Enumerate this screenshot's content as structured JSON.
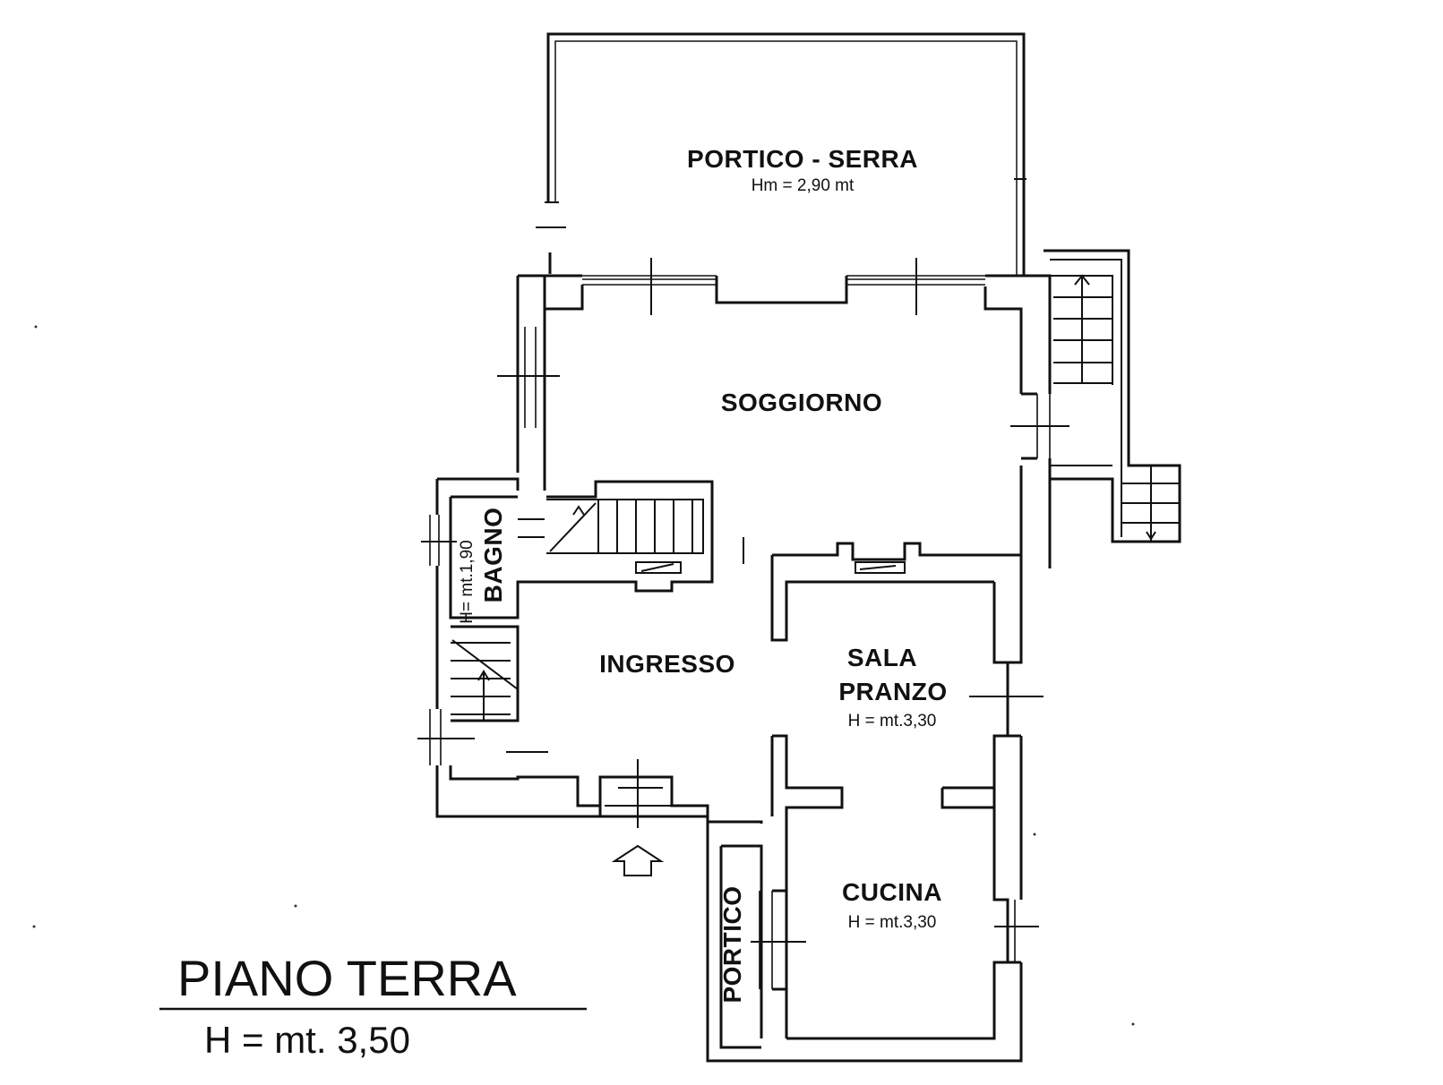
{
  "title": "PIANO TERRA",
  "floor_height": "H = mt. 3,50",
  "rooms": {
    "portico_serra": {
      "name": "PORTICO - SERRA",
      "height": "Hm = 2,90 mt"
    },
    "soggiorno": {
      "name": "SOGGIORNO"
    },
    "bagno": {
      "name": "BAGNO",
      "height": "H= mt.1,90"
    },
    "ingresso": {
      "name": "INGRESSO"
    },
    "sala_pranzo": {
      "name_line1": "SALA",
      "name_line2": "PRANZO",
      "height": "H = mt.3,30"
    },
    "cucina": {
      "name": "CUCINA",
      "height": "H = mt.3,30"
    },
    "portico": {
      "name": "PORTICO"
    }
  }
}
